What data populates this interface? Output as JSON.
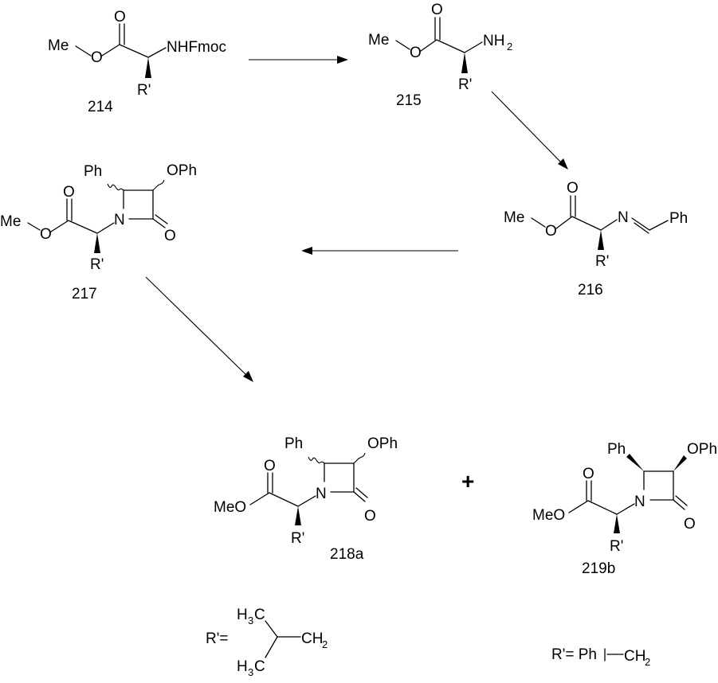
{
  "atoms": {
    "me": "Me",
    "o": "O",
    "n": "N",
    "nhfmoc": "NHFmoc",
    "nh": "NH",
    "two": "2",
    "three": "3",
    "rprime": "R'",
    "ph": "Ph",
    "oph": "OPh",
    "meo": "MeO",
    "h": "H",
    "c": "C",
    "ch": "CH",
    "plus": "+"
  },
  "compounds": {
    "c214": "214",
    "c215": "215",
    "c216": "216",
    "c217": "217",
    "c218a": "218a",
    "c219b": "219b"
  },
  "substituents": {
    "r_def": "R'=",
    "r_def_benzyl": "R'= Ph"
  }
}
